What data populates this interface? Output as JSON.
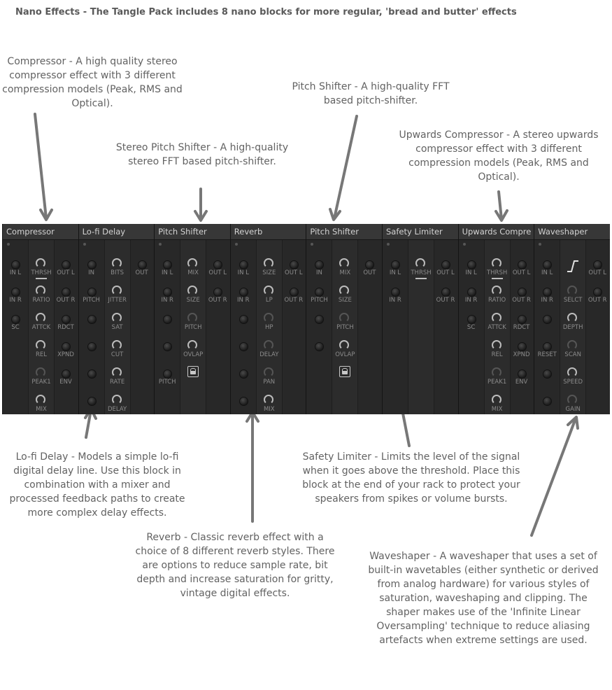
{
  "header": {
    "title": "Nano Effects - The Tangle Pack includes 8 nano blocks for more regular, 'bread and butter' effects"
  },
  "annotations": {
    "compressor": "Compressor - A high quality stereo compressor effect with 3 different compression models (Peak, RMS and Optical).",
    "pitch_shifter": "Pitch Shifter - A high-quality FFT based pitch-shifter.",
    "upwards_compressor": "Upwards Compressor - A stereo upwards compressor effect with 3 different compression models (Peak, RMS and Optical).",
    "stereo_pitch_shifter": "Stereo Pitch Shifter - A high-quality stereo FFT based pitch-shifter.",
    "lofi_delay": "Lo-fi Delay - Models a simple lo-fi digital delay line. Use this block in combination with a mixer and processed feedback paths to create more complex delay effects.",
    "safety_limiter": "Safety Limiter - Limits the level of the signal when it goes above the threshold. Place this block at the end of your rack to protect your speakers from spikes or volume bursts.",
    "reverb": "Reverb - Classic reverb effect with a choice of 8 different reverb styles. There are options to reduce sample rate, bit depth and increase saturation for gritty, vintage digital effects.",
    "waveshaper": "Waveshaper - A waveshaper that uses a set of built-in wavetables (either synthetic or derived from analog hardware) for various styles of saturation, waveshaping and clipping. The shaper makes use of the 'Infinite Linear Oversampling' technique to reduce aliasing artefacts when extreme settings are used."
  },
  "blocks": [
    {
      "title": "Compressor",
      "cols": [
        [
          {
            "t": "jack",
            "l": "IN L"
          },
          {
            "t": "jack",
            "l": "IN R"
          },
          {
            "t": "jack",
            "l": "SC"
          }
        ],
        [
          {
            "t": "knob",
            "l": "THRSH",
            "bar": true
          },
          {
            "t": "knob",
            "l": "RATIO"
          },
          {
            "t": "knob",
            "l": "ATTCK"
          },
          {
            "t": "knob",
            "l": "REL"
          },
          {
            "t": "knob",
            "l": "PEAK1",
            "dim": true
          },
          {
            "t": "knob",
            "l": "MIX"
          }
        ],
        [
          {
            "t": "jack",
            "l": "OUT L"
          },
          {
            "t": "jack",
            "l": "OUT R"
          },
          {
            "t": "jack",
            "l": "RDCT"
          },
          {
            "t": "jack",
            "l": "XPND"
          },
          {
            "t": "jack",
            "l": "ENV"
          }
        ]
      ]
    },
    {
      "title": "Lo-fi Delay",
      "cols": [
        [
          {
            "t": "jack",
            "l": "IN"
          },
          {
            "t": "jack",
            "l": "PITCH"
          },
          {
            "t": "jack",
            "l": ""
          },
          {
            "t": "jack",
            "l": ""
          },
          {
            "t": "jack",
            "l": ""
          },
          {
            "t": "jack",
            "l": ""
          }
        ],
        [
          {
            "t": "knob",
            "l": "BITS"
          },
          {
            "t": "knob",
            "l": "JITTER"
          },
          {
            "t": "knob",
            "l": "SAT"
          },
          {
            "t": "knob",
            "l": "CUT"
          },
          {
            "t": "knob",
            "l": "RATE"
          },
          {
            "t": "knob",
            "l": "DELAY"
          }
        ],
        [
          {
            "t": "jack",
            "l": "OUT"
          }
        ]
      ]
    },
    {
      "title": "Pitch Shifter",
      "cols": [
        [
          {
            "t": "jack",
            "l": "IN L"
          },
          {
            "t": "jack",
            "l": "IN R"
          },
          {
            "t": "jack",
            "l": ""
          },
          {
            "t": "jack",
            "l": ""
          },
          {
            "t": "jack",
            "l": "PITCH"
          }
        ],
        [
          {
            "t": "knob",
            "l": "MIX"
          },
          {
            "t": "knob",
            "l": "SIZE"
          },
          {
            "t": "knob",
            "l": "PITCH",
            "dim": true
          },
          {
            "t": "knob",
            "l": "OVLAP"
          },
          {
            "t": "lock",
            "l": ""
          }
        ],
        [
          {
            "t": "jack",
            "l": "OUT L"
          },
          {
            "t": "jack",
            "l": "OUT R"
          }
        ]
      ]
    },
    {
      "title": "Reverb",
      "cols": [
        [
          {
            "t": "jack",
            "l": "IN L"
          },
          {
            "t": "jack",
            "l": "IN R"
          },
          {
            "t": "jack",
            "l": ""
          },
          {
            "t": "jack",
            "l": ""
          },
          {
            "t": "jack",
            "l": ""
          },
          {
            "t": "jack",
            "l": ""
          }
        ],
        [
          {
            "t": "knob",
            "l": "SIZE"
          },
          {
            "t": "knob",
            "l": "LP"
          },
          {
            "t": "knob",
            "l": "HP",
            "dim": true
          },
          {
            "t": "knob",
            "l": "DELAY",
            "dim": true
          },
          {
            "t": "knob",
            "l": "PAN",
            "dim": true
          },
          {
            "t": "knob",
            "l": "MIX"
          }
        ],
        [
          {
            "t": "jack",
            "l": "OUT L"
          },
          {
            "t": "jack",
            "l": "OUT R"
          }
        ]
      ]
    },
    {
      "title": "Pitch Shifter",
      "cols": [
        [
          {
            "t": "jack",
            "l": "IN"
          },
          {
            "t": "jack",
            "l": "PITCH"
          },
          {
            "t": "jack",
            "l": ""
          },
          {
            "t": "jack",
            "l": ""
          }
        ],
        [
          {
            "t": "knob",
            "l": "MIX"
          },
          {
            "t": "knob",
            "l": "SIZE"
          },
          {
            "t": "knob",
            "l": "PITCH",
            "dim": true
          },
          {
            "t": "knob",
            "l": "OVLAP"
          },
          {
            "t": "lock",
            "l": ""
          }
        ],
        [
          {
            "t": "jack",
            "l": "OUT"
          }
        ]
      ]
    },
    {
      "title": "Safety Limiter",
      "cols": [
        [
          {
            "t": "jack",
            "l": "IN L"
          },
          {
            "t": "jack",
            "l": "IN R"
          }
        ],
        [
          {
            "t": "knob",
            "l": "THRSH",
            "bar": true
          }
        ],
        [
          {
            "t": "jack",
            "l": "OUT L"
          },
          {
            "t": "jack",
            "l": "OUT R"
          }
        ]
      ]
    },
    {
      "title": "Upwards Compre",
      "cols": [
        [
          {
            "t": "jack",
            "l": "IN L"
          },
          {
            "t": "jack",
            "l": "IN R"
          },
          {
            "t": "jack",
            "l": "SC"
          }
        ],
        [
          {
            "t": "knob",
            "l": "THRSH",
            "bar": true
          },
          {
            "t": "knob",
            "l": "RATIO"
          },
          {
            "t": "knob",
            "l": "ATTCK"
          },
          {
            "t": "knob",
            "l": "REL"
          },
          {
            "t": "knob",
            "l": "PEAK1",
            "dim": true
          },
          {
            "t": "knob",
            "l": "MIX"
          }
        ],
        [
          {
            "t": "jack",
            "l": "OUT L"
          },
          {
            "t": "jack",
            "l": "OUT R"
          },
          {
            "t": "jack",
            "l": "RDCT"
          },
          {
            "t": "jack",
            "l": "XPND"
          },
          {
            "t": "jack",
            "l": "ENV"
          }
        ]
      ]
    },
    {
      "title": "Waveshaper",
      "cols": [
        [
          {
            "t": "jack",
            "l": "IN L"
          },
          {
            "t": "jack",
            "l": "IN R"
          },
          {
            "t": "jack",
            "l": ""
          },
          {
            "t": "jack",
            "l": "RESET"
          },
          {
            "t": "jack",
            "l": ""
          },
          {
            "t": "jack",
            "l": ""
          }
        ],
        [
          {
            "t": "shape",
            "l": ""
          },
          {
            "t": "knob",
            "l": "SELCT",
            "dim": true
          },
          {
            "t": "knob",
            "l": "DEPTH"
          },
          {
            "t": "knob",
            "l": "SCAN",
            "dim": true
          },
          {
            "t": "knob",
            "l": "SPEED"
          },
          {
            "t": "knob",
            "l": "GAIN",
            "dim": true
          }
        ],
        [
          {
            "t": "jack",
            "l": "OUT L"
          },
          {
            "t": "jack",
            "l": "OUT R"
          }
        ]
      ]
    }
  ]
}
